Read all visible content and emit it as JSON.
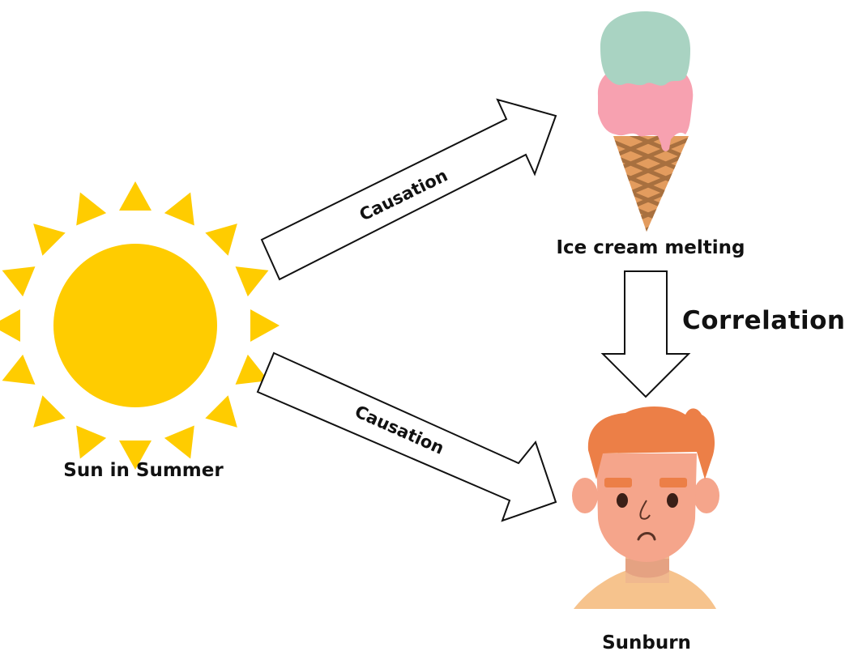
{
  "nodes": {
    "sun": {
      "label": "Sun in Summer"
    },
    "ice_cream": {
      "label": "Ice cream melting"
    },
    "sunburn": {
      "label": "Sunburn"
    }
  },
  "edges": {
    "sun_to_ice": {
      "label": "Causation"
    },
    "sun_to_burn": {
      "label": "Causation"
    },
    "ice_to_burn": {
      "label": "Correlation"
    }
  },
  "colors": {
    "sun": "#ffcc00",
    "scoop_top": "#a9d3c2",
    "scoop_bottom": "#f7a1b0",
    "cone": "#e39c5e",
    "cone_stripe": "#a8703f",
    "hair": "#ec7f47",
    "skin": "#f5a58b",
    "shirt": "#f6c38d",
    "arrow_outline": "#111111"
  }
}
